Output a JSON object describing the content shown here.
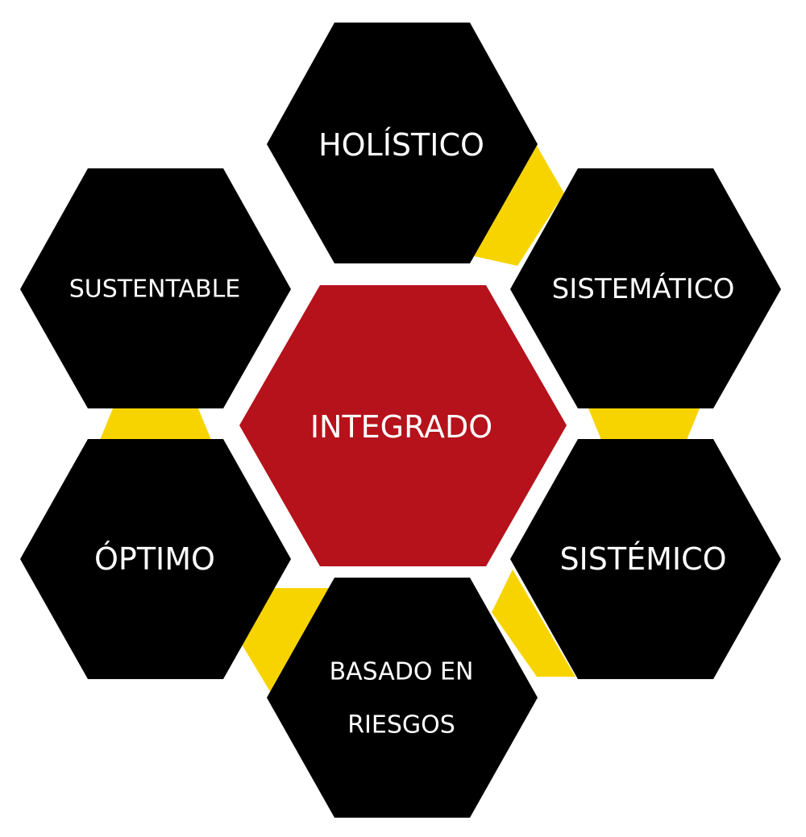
{
  "colors": {
    "background": "#ffffff",
    "hex_outer": "#000000",
    "hex_center": "#b5121b",
    "connector": "#f7d400",
    "label": "#ffffff"
  },
  "center": {
    "label": "INTEGRADO"
  },
  "outer": [
    {
      "id": "holistico",
      "lines": [
        "HOLÍSTICO"
      ]
    },
    {
      "id": "sistematico",
      "lines": [
        "SISTEMÁTICO"
      ]
    },
    {
      "id": "sistemico",
      "lines": [
        "SISTÉMICO"
      ]
    },
    {
      "id": "basado-en-riesgos",
      "lines": [
        "BASADO EN",
        "RIESGOS"
      ]
    },
    {
      "id": "optimo",
      "lines": [
        "ÓPTIMO"
      ]
    },
    {
      "id": "sustentable",
      "lines": [
        "SUSTENTABLE"
      ]
    }
  ]
}
